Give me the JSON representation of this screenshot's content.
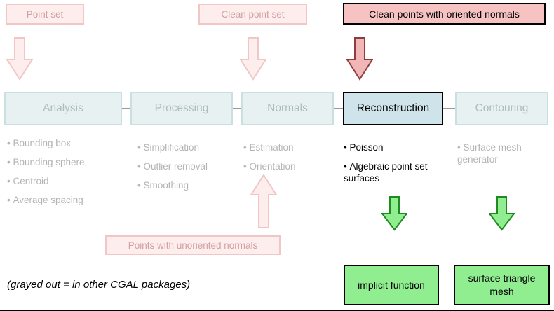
{
  "inputs": {
    "point_set": "Point set",
    "clean_point_set": "Clean point set",
    "clean_oriented_normals": "Clean points with oriented normals",
    "points_unoriented_normals": "Points with unoriented normals"
  },
  "pipeline": {
    "analysis": {
      "label": "Analysis",
      "items": [
        "Bounding box",
        "Bounding sphere",
        "Centroid",
        "Average spacing"
      ]
    },
    "processing": {
      "label": "Processing",
      "items": [
        "Simplification",
        "Outlier removal",
        "Smoothing"
      ]
    },
    "normals": {
      "label": "Normals",
      "items": [
        "Estimation",
        "Orientation"
      ]
    },
    "reconstruction": {
      "label": "Reconstruction",
      "items": [
        "Poisson",
        "Algebraic point set surfaces"
      ]
    },
    "contouring": {
      "label": "Contouring",
      "items": [
        "Surface mesh generator"
      ]
    }
  },
  "outputs": {
    "implicit_function": "implicit function",
    "surface_triangle_mesh": "surface triangle mesh"
  },
  "note": "(grayed out = in other CGAL packages)",
  "colors": {
    "faded_pink_bg": "#fdeded",
    "faded_pink_border": "#f0c6c6",
    "strong_pink_bg": "#f6c2c2",
    "faded_teal_bg": "#e7f1f1",
    "faded_teal_border": "#c9e0e0",
    "active_box_bg": "#cfe3ea",
    "green_bg": "#90ee90",
    "green_stroke": "#1f8a1f",
    "gray_text": "#b4b4b4",
    "connector_gray": "#9a9a9a"
  }
}
